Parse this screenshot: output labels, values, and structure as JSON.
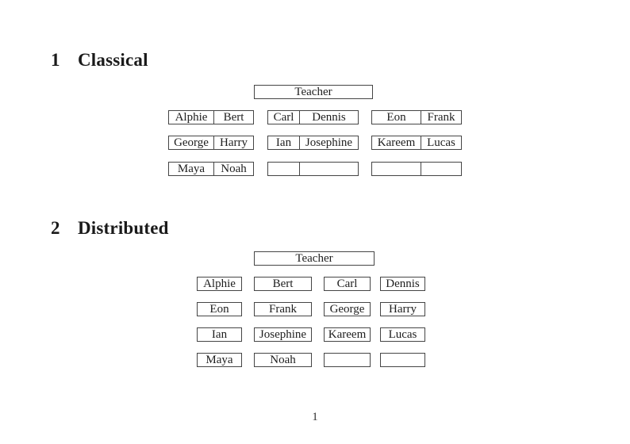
{
  "colors": {
    "background": "#ffffff",
    "border": "#454545",
    "text": "#1e1e1e"
  },
  "classical": {
    "heading_number": "1",
    "heading_title": "Classical",
    "teacher_label": "Teacher",
    "rows": [
      {
        "desks": [
          {
            "cells": [
              "Alphie",
              "Bert"
            ]
          },
          {
            "cells": [
              "Carl",
              "Dennis"
            ]
          },
          {
            "cells": [
              "Eon",
              "Frank"
            ]
          }
        ]
      },
      {
        "desks": [
          {
            "cells": [
              "George",
              "Harry"
            ]
          },
          {
            "cells": [
              "Ian",
              "Josephine"
            ]
          },
          {
            "cells": [
              "Kareem",
              "Lucas"
            ]
          }
        ]
      },
      {
        "desks": [
          {
            "cells": [
              "Maya",
              "Noah"
            ]
          },
          {
            "cells": [
              "",
              ""
            ]
          },
          {
            "cells": [
              "",
              ""
            ]
          }
        ]
      }
    ]
  },
  "distributed": {
    "heading_number": "2",
    "heading_title": "Distributed",
    "teacher_label": "Teacher",
    "rows": [
      {
        "desks": [
          {
            "cells": [
              "Alphie"
            ]
          },
          {
            "cells": [
              "Bert"
            ]
          },
          {
            "cells": [
              "Carl"
            ]
          },
          {
            "cells": [
              "Dennis"
            ]
          }
        ]
      },
      {
        "desks": [
          {
            "cells": [
              "Eon"
            ]
          },
          {
            "cells": [
              "Frank"
            ]
          },
          {
            "cells": [
              "George"
            ]
          },
          {
            "cells": [
              "Harry"
            ]
          }
        ]
      },
      {
        "desks": [
          {
            "cells": [
              "Ian"
            ]
          },
          {
            "cells": [
              "Josephine"
            ]
          },
          {
            "cells": [
              "Kareem"
            ]
          },
          {
            "cells": [
              "Lucas"
            ]
          }
        ]
      },
      {
        "desks": [
          {
            "cells": [
              "Maya"
            ]
          },
          {
            "cells": [
              "Noah"
            ]
          },
          {
            "cells": [
              ""
            ]
          },
          {
            "cells": [
              ""
            ]
          }
        ]
      }
    ]
  },
  "footer": {
    "page_number": "1"
  }
}
